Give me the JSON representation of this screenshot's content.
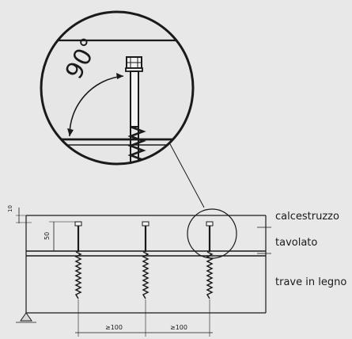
{
  "detail": {
    "angle_label": "90°"
  },
  "layers": {
    "concrete": "calcestruzzo",
    "planking": "tavolato",
    "beam": "trave in legno"
  },
  "dimensions": {
    "top_offset": "10",
    "depth": "50",
    "spacing_1": "≥100",
    "spacing_2": "≥100"
  },
  "colors": {
    "background": "#e8e8e8",
    "line": "#1a1a1a",
    "circle_fill": "#e6e6e6"
  }
}
